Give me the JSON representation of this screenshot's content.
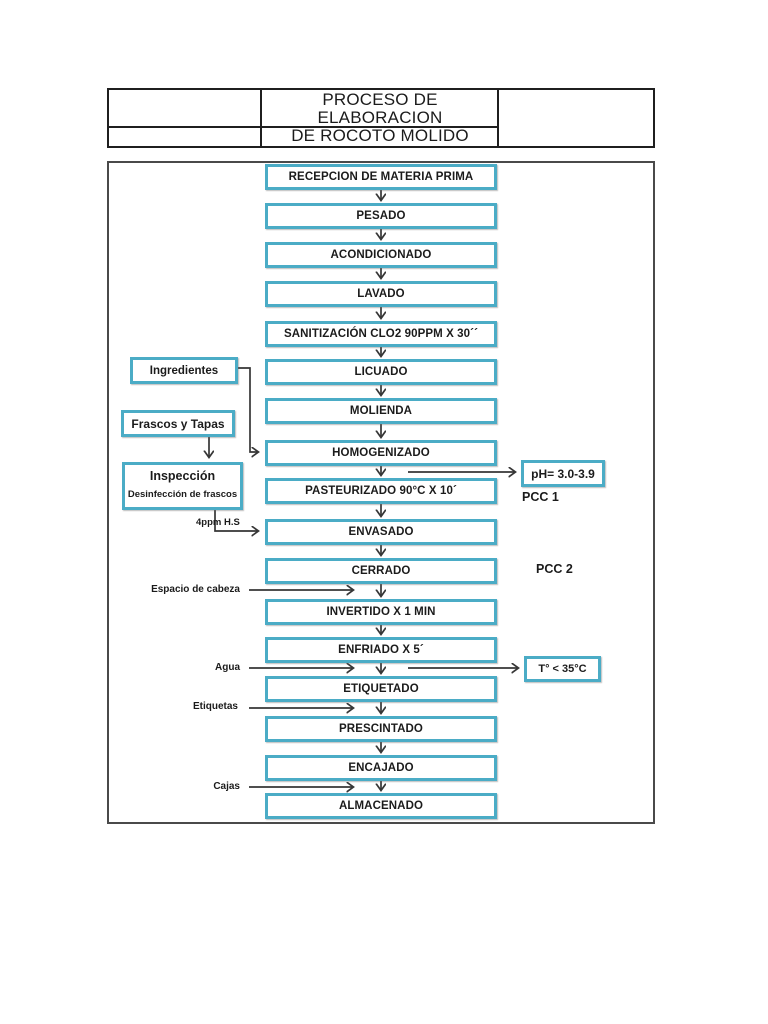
{
  "document": {
    "header": {
      "title_line1": "PROCESO DE ELABORACION",
      "title_line2": "DE ROCOTO MOLIDO"
    }
  },
  "flow": {
    "steps": [
      "RECEPCION DE MATERIA PRIMA",
      "PESADO",
      "ACONDICIONADO",
      "LAVADO",
      "SANITIZACIÓN CLO2 90PPM X 30´´",
      "LICUADO",
      "MOLIENDA",
      "HOMOGENIZADO",
      "PASTEURIZADO 90°C X 10´",
      "ENVASADO",
      "CERRADO",
      "INVERTIDO X 1 MIN",
      "ENFRIADO X 5´",
      "ETIQUETADO",
      "PRESCINTADO",
      "ENCAJADO",
      "ALMACENADO"
    ],
    "inputs": {
      "ingredientes": "Ingredientes",
      "frascos_tapas": "Frascos y Tapas",
      "inspeccion_title": "Inspección",
      "inspeccion_subtitle": "Desinfección de frascos",
      "ppm_label": "4ppm H.S",
      "espacio_cabeza": "Espacio de cabeza",
      "agua": "Agua",
      "etiquetas": "Etiquetas",
      "cajas": "Cajas"
    },
    "controls": {
      "ph_limit": "pH= 3.0-3.9",
      "pcc1": "PCC 1",
      "pcc2": "PCC 2",
      "temp_limit": "T° < 35°C"
    }
  },
  "colors": {
    "step_border": "#4BACC6",
    "connector": "#363636",
    "frame_border": "#4a4a4a",
    "table_border": "#1f1f1f",
    "text": "#1b1b1b",
    "background": "#ffffff"
  }
}
